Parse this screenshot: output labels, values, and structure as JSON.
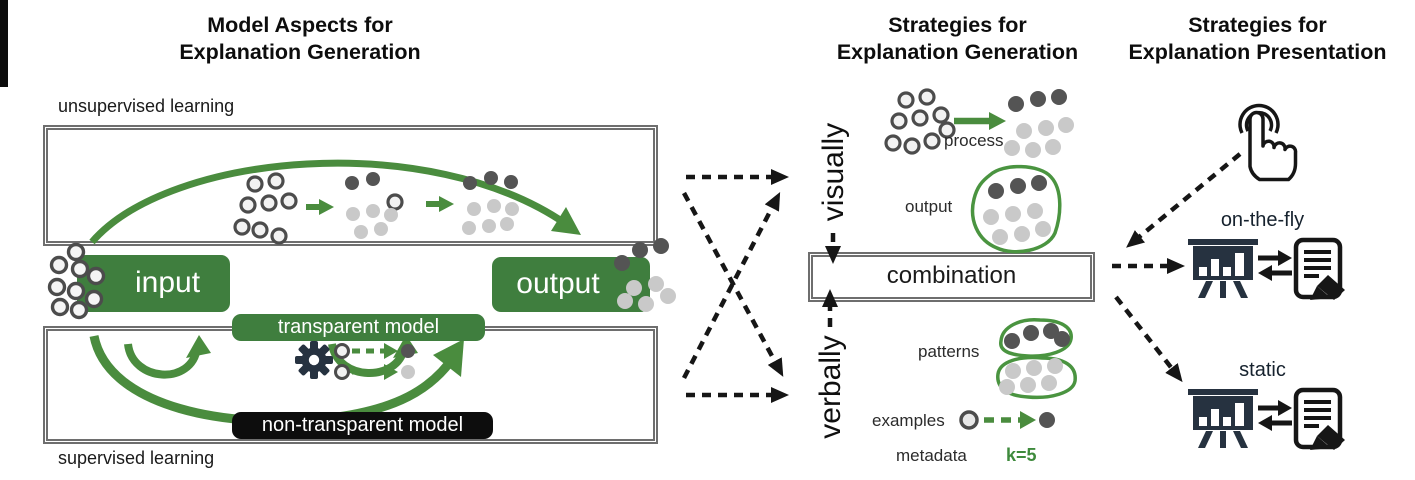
{
  "colors": {
    "green_box": "#3f7e3e",
    "green_arrow": "#4a8c3e",
    "blob_stroke": "#4a9440",
    "dark_dot": "#545454",
    "light_dot": "#c9c9c9",
    "dot_ring": "#4c4c4c",
    "icon_dark": "#263240",
    "pill_black": "#0d0d0d",
    "border_gray": "#6e6e6e",
    "metadata_green": "#3e8a3c"
  },
  "left_panel": {
    "title": [
      "Model Aspects for",
      "Explanation Generation"
    ],
    "unsupervised_label": "unsupervised learning",
    "supervised_label": "supervised learning",
    "input_label": "input",
    "output_label": "output",
    "transparent_model_label": "transparent model",
    "non_transparent_model_label": "non-transparent model"
  },
  "middle_panel": {
    "title": [
      "Strategies for",
      "Explanation Generation"
    ],
    "visually_label": "visually",
    "verbally_label": "verbally",
    "combination_label": "combination",
    "process_label": "process",
    "output_label": "output",
    "patterns_label": "patterns",
    "examples_label": "examples",
    "metadata_label": "metadata",
    "metadata_value": "k=5"
  },
  "right_panel": {
    "title": [
      "Strategies for",
      "Explanation Presentation"
    ],
    "on_the_fly_label": "on-the-fly",
    "static_label": "static"
  },
  "icons": {
    "gear": "gear-icon",
    "tap": "tap-gesture-icon",
    "board": "presentation-chart-board-icon",
    "document": "document-edit-icon"
  }
}
